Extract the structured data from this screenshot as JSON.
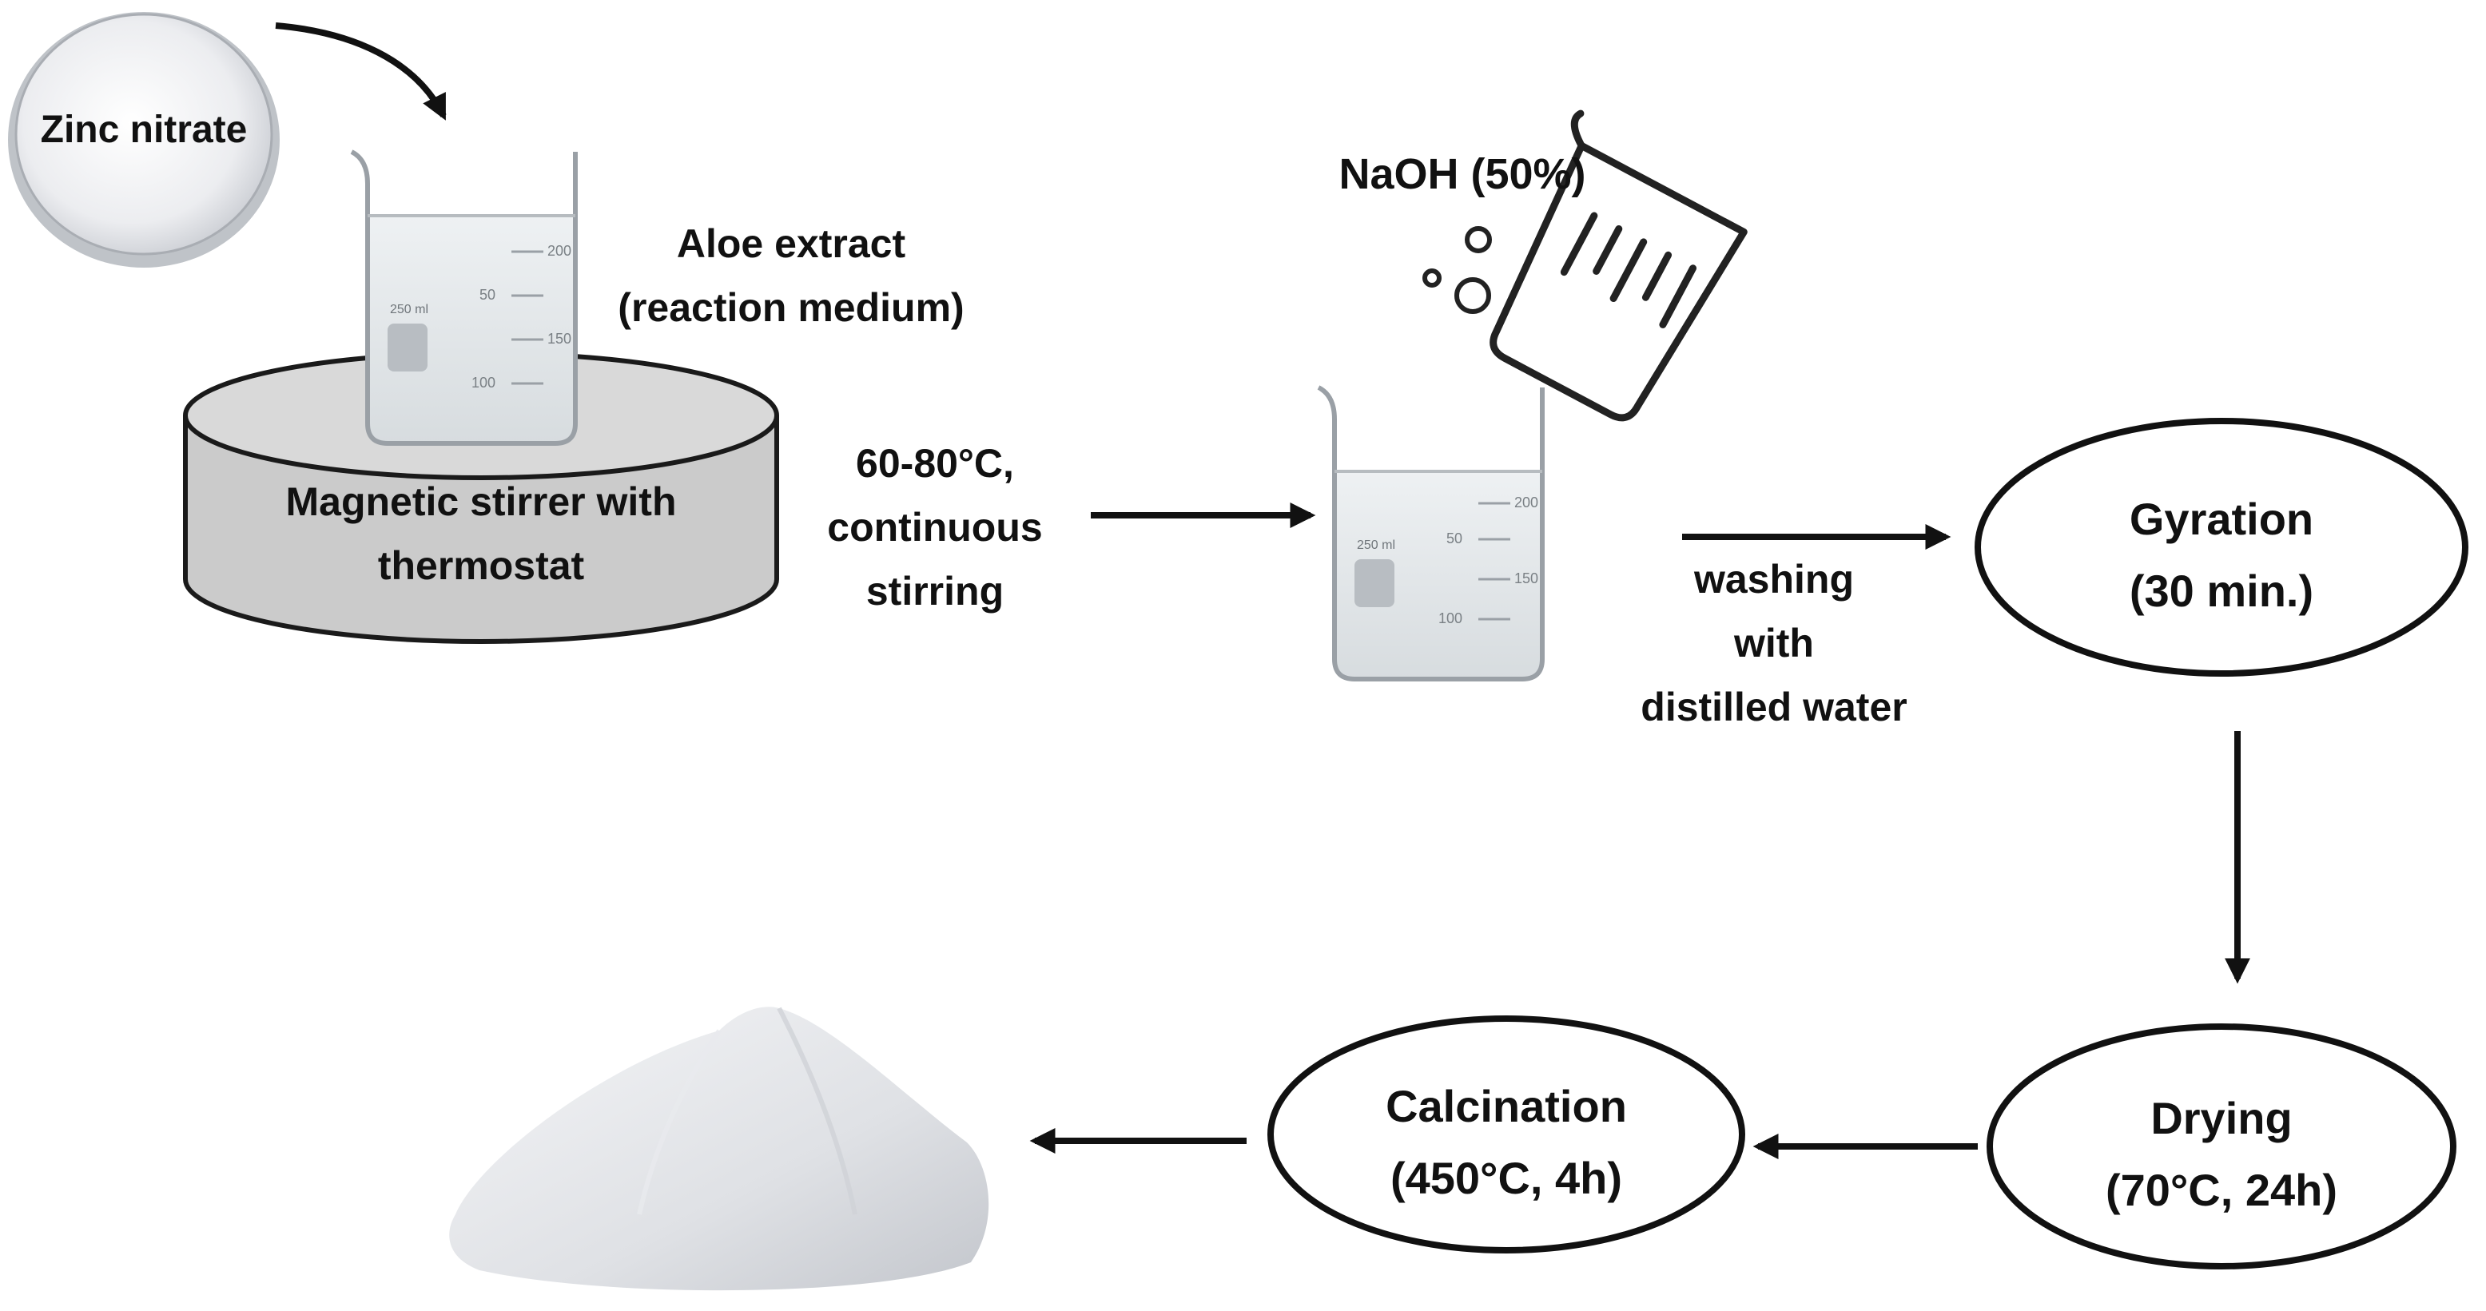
{
  "labels": {
    "zinc_nitrate": "Zinc nitrate",
    "aloe_extract": [
      "Aloe extract",
      "(reaction medium)"
    ],
    "stirrer": [
      "Magnetic stirrer with",
      "thermostat"
    ],
    "conditions": [
      "60-80°C,",
      "continuous",
      "stirring"
    ],
    "naoh": "NaOH (50%)",
    "washing": [
      "washing",
      "with",
      "distilled water"
    ],
    "beaker_volume": "250 ml",
    "beaker_ticks": [
      "50",
      "100",
      "150",
      "200"
    ]
  },
  "steps": {
    "gyration": [
      "Gyration",
      "(30 min.)"
    ],
    "drying": [
      "Drying",
      "(70°C, 24h)"
    ],
    "calcination": [
      "Calcination",
      "(450°C, 4h)"
    ]
  }
}
